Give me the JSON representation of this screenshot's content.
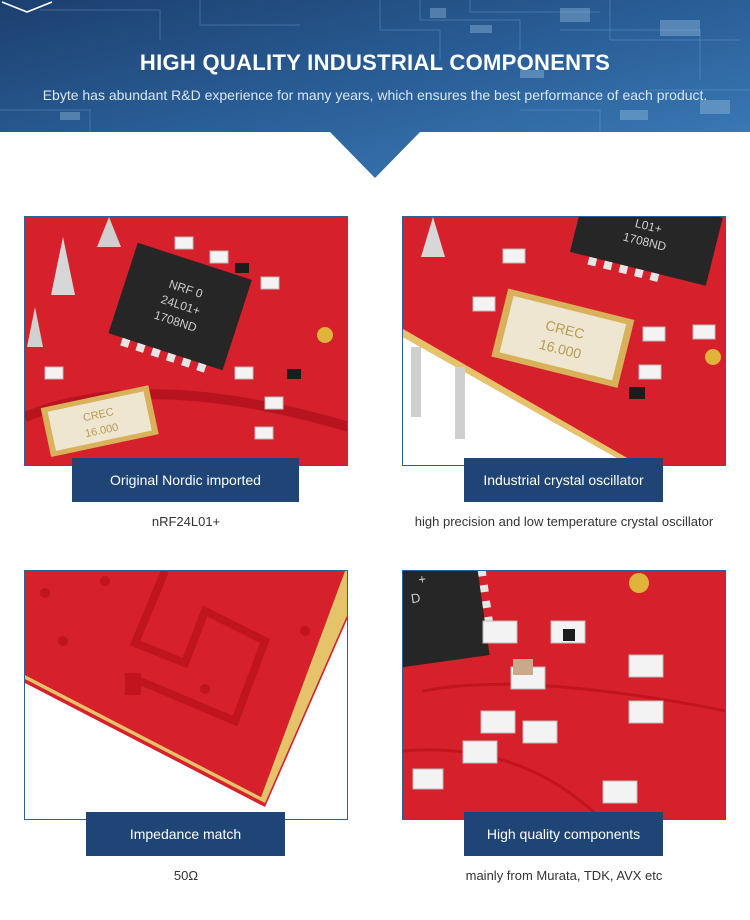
{
  "banner": {
    "title": "HIGH QUALITY INDUSTRIAL COMPONENTS",
    "subtitle": "Ebyte has abundant R&D experience for many years, which ensures the best performance of each product.",
    "colors": {
      "dark": "#1f4576",
      "mid": "#2d6aa8",
      "light": "#6fa2d1"
    }
  },
  "cards": [
    {
      "label": "Original Nordic imported",
      "caption": "nRF24L01+",
      "chip_marking": [
        "NRF 0",
        "24L01+",
        "1708ND"
      ],
      "crystal_marking": [
        "CREC",
        "16.000"
      ]
    },
    {
      "label": "Industrial crystal oscillator",
      "caption": "high precision and low temperature crystal oscillator",
      "chip_marking": [
        "L01+",
        "1708ND"
      ],
      "crystal_marking": [
        "CREC",
        "16.000"
      ]
    },
    {
      "label": "Impedance match",
      "caption": "50Ω"
    },
    {
      "label": "High quality components",
      "caption": "mainly from Murata, TDK, AVX etc",
      "chip_marking": [
        "+",
        "D"
      ]
    }
  ],
  "theme": {
    "pcb_red": "#d91f2a",
    "label_bg": "#1f4576"
  }
}
